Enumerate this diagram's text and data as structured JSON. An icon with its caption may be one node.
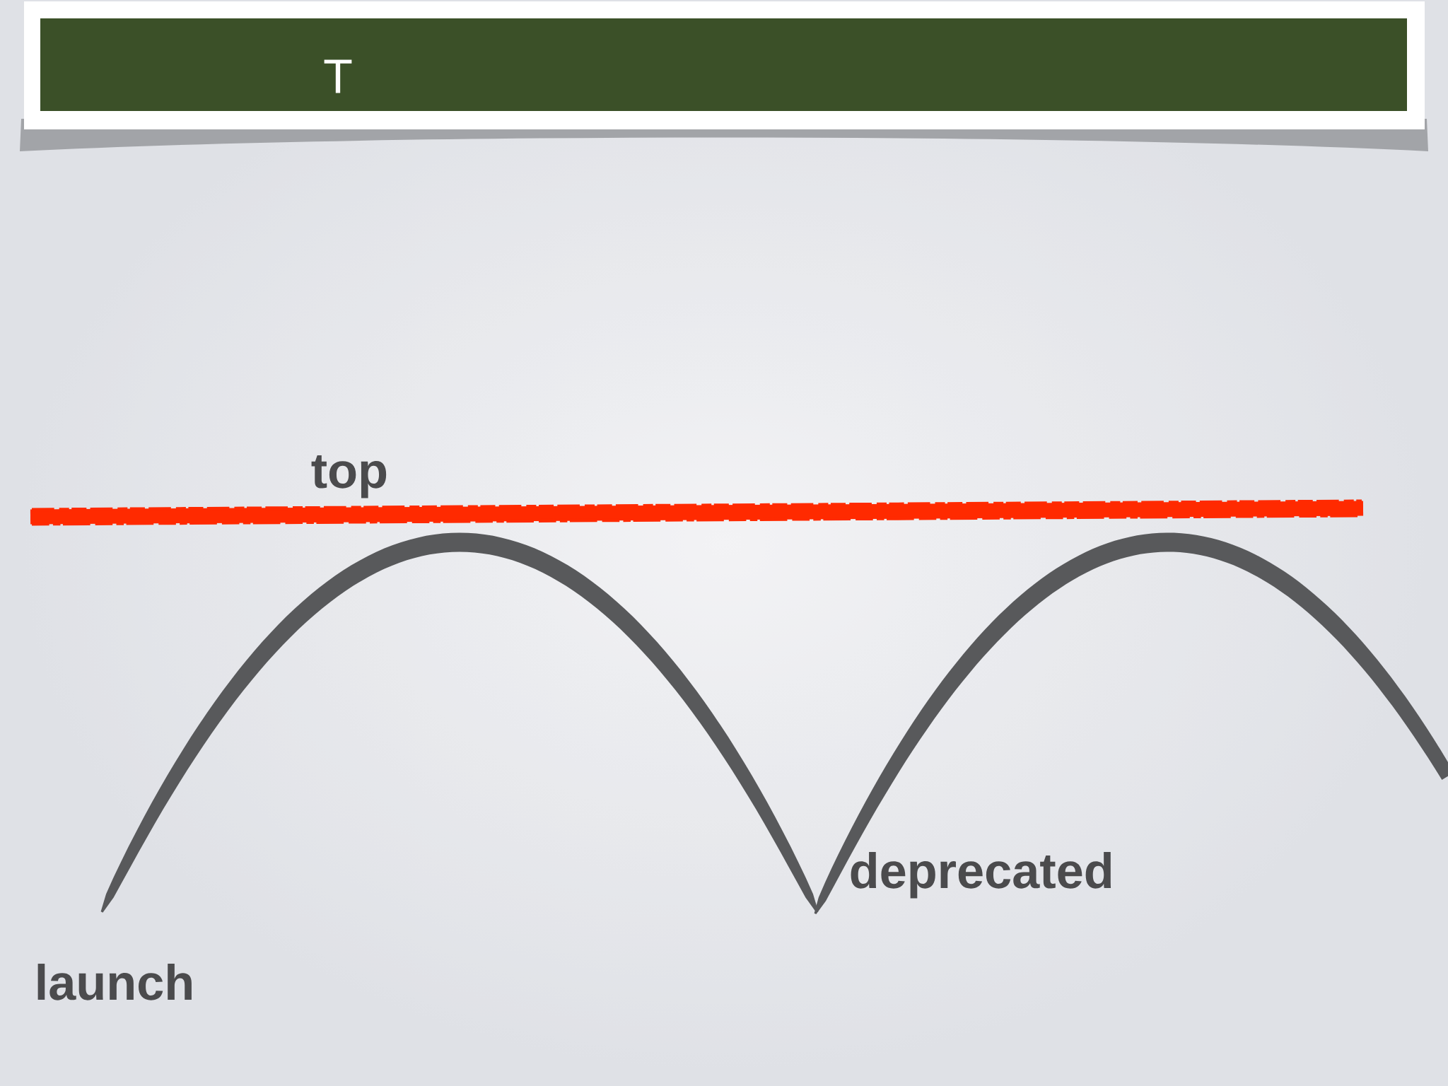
{
  "diagram": {
    "title": "T",
    "labels": [
      "top",
      "deprecated",
      "launch"
    ]
  }
}
